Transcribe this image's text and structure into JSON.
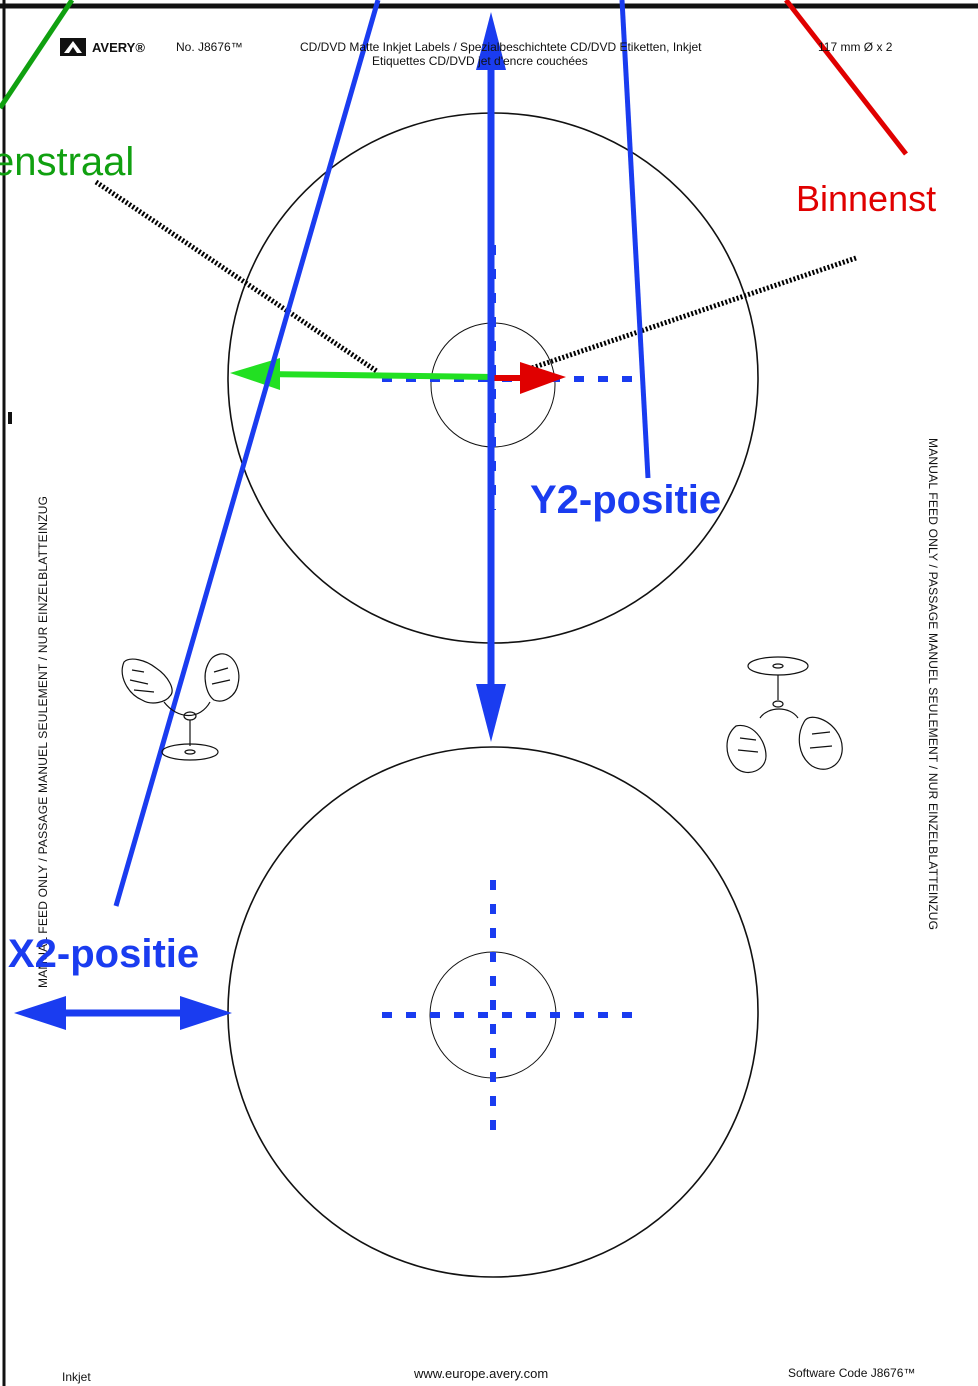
{
  "header": {
    "brand": "AVERY®",
    "product_no": "No. J8676™",
    "title_line1": "CD/DVD Matte Inkjet Labels / Spezialbeschichtete CD/DVD Etiketten, Inkjet",
    "title_line2": "Etiquettes CD/DVD jet d'encre couchées",
    "label_size": "117 mm Ø x 2"
  },
  "side_text": {
    "left": "MANUAL FEED ONLY / PASSAGE MANUEL SEULEMENT / NUR EINZELBLATTEINZUG",
    "right": "MANUAL FEED ONLY / PASSAGE MANUEL SEULEMENT / NUR EINZELBLATTEINZUG"
  },
  "footer": {
    "left": "Inkjet",
    "center": "www.europe.avery.com",
    "right": "Software Code J8676™"
  },
  "annotations": {
    "outer_radius_label": "enstraal",
    "inner_radius_label": "Binnenst",
    "y2_label": "Y2-positie",
    "x2_label": "X2-positie"
  },
  "colors": {
    "outer_radius": "#10a010",
    "inner_radius": "#e00000",
    "position": "#1a3cf0",
    "leader": "#000000"
  }
}
